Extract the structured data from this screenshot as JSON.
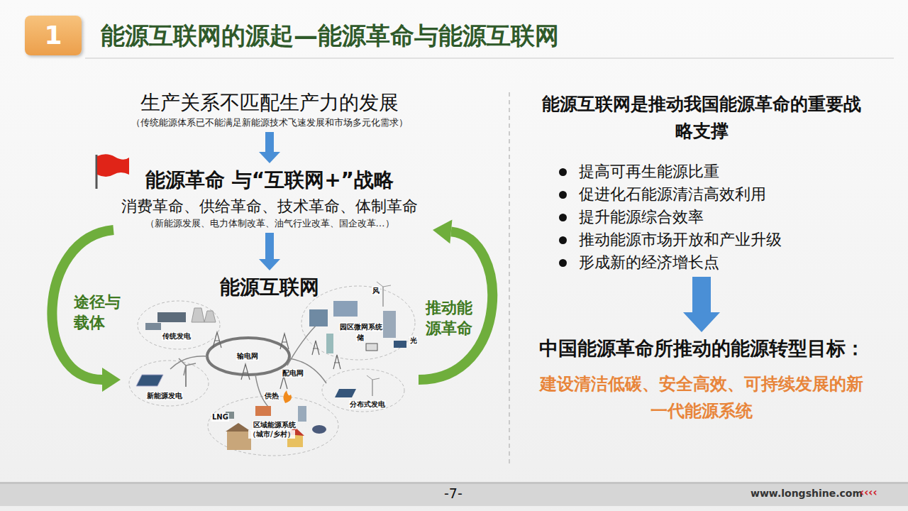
{
  "diagram": {
    "title": "能源互联网的源起—能源革命与能源互联网",
    "nodes": [
      {
        "text": [
          "1"
        ]
      },
      {
        "text": [
          "生产关系不匹配生产力的发展",
          "（传统能源体系已不能满足新能源技术飞速发展和市场多元化需求）"
        ]
      },
      {
        "text": [
          "能源革命 与“互联网+”战略",
          "消费革命、供给革命、技术革命、体制革命",
          "（新能源发展、电力体制改革、油气行业改革、国企改革…）"
        ]
      },
      {
        "text": [
          "能源互联网"
        ]
      },
      {
        "text": [
          "能源互联网是推动我国能源革命的重要战略支撑",
          "提高可再生能源比重",
          "促进化石能源清洁高效利用",
          "提升能源综合效率",
          "推动能源市场开放和产业升级",
          "形成新的经济增长点"
        ]
      },
      {
        "text": [
          "中国能源革命所推动的能源转型目标：",
          "建设清洁低碳、安全高效、可持续发展的新一代能源系统"
        ]
      }
    ],
    "edges": [
      {
        "from": 1,
        "to": 2,
        "arrow": "to"
      },
      {
        "from": 2,
        "to": 3,
        "arrow": "to"
      },
      {
        "from": 4,
        "to": 5,
        "arrow": "to"
      },
      {
        "from": 2,
        "to": 3,
        "label": "途径与载体",
        "arrow": "to"
      },
      {
        "from": 3,
        "to": 2,
        "label": "推动能源革命",
        "arrow": "to"
      }
    ],
    "labels": [
      "传统发电",
      "新能源发电",
      "输电网",
      "配电网",
      "园区微网系统",
      "风",
      "储",
      "光",
      "供热",
      "LNG",
      "区域能源系统",
      "（城市/乡村）",
      "分布式发电",
      "-7-",
      "www.longshine.com",
      "‹‹‹‹"
    ]
  }
}
